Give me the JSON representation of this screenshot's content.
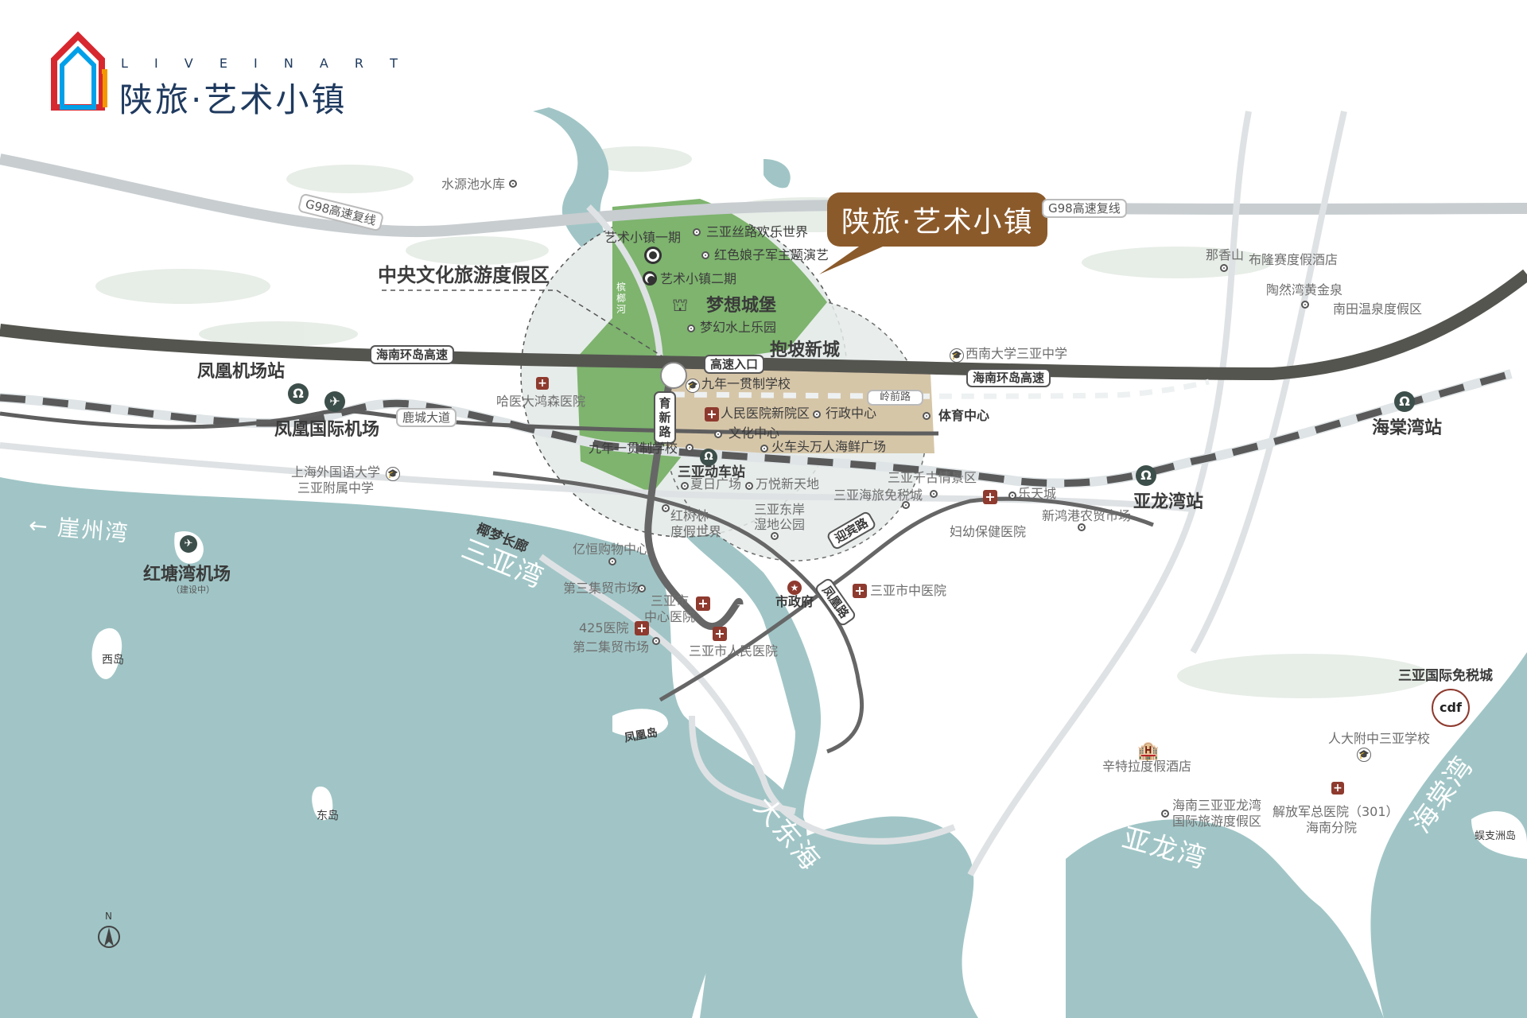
{
  "brand": {
    "tagline": "L I V E   I N   A R T",
    "name": "陕旅·艺术小镇",
    "logo_colors": [
      "#d7282f",
      "#f39800",
      "#00a0e9",
      "#1f3a5f"
    ]
  },
  "project_marker": {
    "label": "陕旅·艺术小镇",
    "color": "#8b5a2b"
  },
  "colors": {
    "sea": "#a1c5c6",
    "park_green": "#7eb46e",
    "zone_tan": "#d6c6a8",
    "zone_circle": "#e6ecea",
    "highway_dark": "#555550",
    "road_light": "#d5d9dc",
    "hospital_red": "#8e3a2e",
    "station_green": "#3d4f4a"
  },
  "districts": {
    "central_zone": "中央文化旅游度假区",
    "baopo": "抱坡新城"
  },
  "roads": {
    "g98_left": "G98高速复线",
    "g98_right": "G98高速复线",
    "hainan_ring_left": "海南环岛高速",
    "hainan_ring_right": "海南环岛高速",
    "expressway_entrance": "高速入口",
    "yuxin": "育新路",
    "lingqian": "岭前路",
    "lucheng": "鹿城大道",
    "yingbin": "迎宾路",
    "fenghuang": "凤凰路",
    "yemeng": "椰梦长廊",
    "river": "槟榔河"
  },
  "stations": {
    "fenghuang_airport_station": "凤凰机场站",
    "fenghuang_airport": "凤凰国际机场",
    "sanya_station": "三亚动车站",
    "yalong_station": "亚龙湾站",
    "haitang_station": "海棠湾站",
    "hongtang_airport": "红塘湾机场",
    "hongtang_airport_note": "（建设中）"
  },
  "pois": {
    "reservoir": "水源池水库",
    "art_town_1": "艺术小镇一期",
    "art_town_2": "艺术小镇二期",
    "silk_road": "三亚丝路欢乐世界",
    "red_army": "红色娘子军主题演艺",
    "dream_castle": "梦想城堡",
    "water_park": "梦幻水上乐园",
    "school_9yr_a": "九年一贯制学校",
    "school_9yr_b": "九年一贯制学校",
    "people_hospital_new": "人民医院新院区",
    "admin_center": "行政中心",
    "culture_center": "文化中心",
    "sports_center": "体育中心",
    "harbor_seafood": "火车头万人海鲜广场",
    "summer_plaza": "夏日广场",
    "wanyue": "万悦新天地",
    "harvard_hospital": "哈医大鸿森医院",
    "southwest_univ": "西南大学三亚中学",
    "shisu": "上海外国语大学",
    "shisu_2": "三亚附属中学",
    "mangrove": "红树林",
    "mangrove_2": "度假世界",
    "east_bank": "三亚东岸",
    "east_bank_2": "湿地公园",
    "qiangu": "三亚千古情景区",
    "duty_free": "三亚海旅免税城",
    "letian": "乐天城",
    "xinhong": "新鸿港农贸市场",
    "maternity": "妇幼保健医院",
    "yiheng": "亿恒购物中心",
    "market3": "第三集贸市场",
    "central_hospital": "三亚市",
    "central_hospital_2": "中心医院",
    "h425": "425医院",
    "market2": "第二集贸市场",
    "city_people_hospital": "三亚市人民医院",
    "city_gov": "市政府",
    "tcm_hospital": "三亚市中医院",
    "naxiang": "那香山",
    "bulongsai": "布隆赛度假酒店",
    "taoran": "陶然湾黄金泉",
    "nantian": "南田温泉度假区",
    "intl_duty_free": "三亚国际免税城",
    "cdf": "cdf",
    "renda": "人大附中三亚学校",
    "ritz": "辛特拉度假酒店",
    "yalong_resort": "海南三亚亚龙湾",
    "yalong_resort_2": "国际旅游度假区",
    "h301": "解放军总医院（301）",
    "h301_2": "海南分院",
    "fenghuang_island": "凤凰岛",
    "west_island": "西岛",
    "east_island": "东岛",
    "wuzhizhou": "蜈支洲岛"
  },
  "waters": {
    "yazhou": "← 崖州湾",
    "sanya_bay": "三亚湾",
    "dadonghai": "大东海",
    "yalong_bay": "亚龙湾",
    "haitang_bay": "海棠湾"
  },
  "compass": {
    "label": "N"
  }
}
